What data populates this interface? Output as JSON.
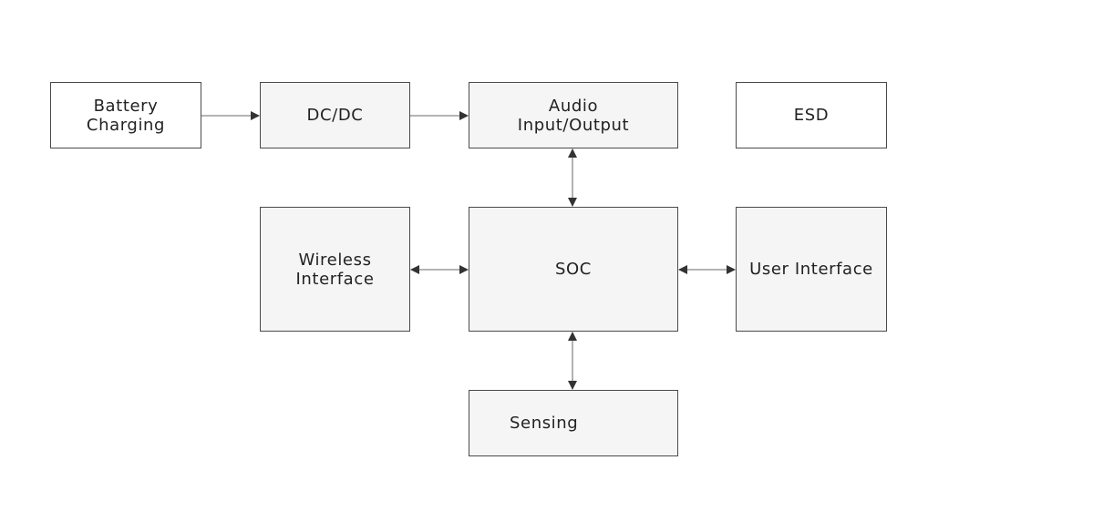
{
  "diagram": {
    "blocks": [
      {
        "id": "battery",
        "label": "Battery\nCharging",
        "fill": "#ffffff"
      },
      {
        "id": "dcdc",
        "label": "DC/DC",
        "fill": "#f5f5f5"
      },
      {
        "id": "audio",
        "label": "Audio\nInput/Output",
        "fill": "#f5f5f5"
      },
      {
        "id": "esd",
        "label": "ESD",
        "fill": "#ffffff"
      },
      {
        "id": "wireless",
        "label": "Wireless\nInterface",
        "fill": "#f5f5f5"
      },
      {
        "id": "soc",
        "label": "SOC",
        "fill": "#f5f5f5"
      },
      {
        "id": "user",
        "label": "User Interface",
        "fill": "#f5f5f5"
      },
      {
        "id": "sensing",
        "label": "Sensing",
        "fill": "#f5f5f5"
      }
    ],
    "connections": [
      {
        "from": "battery",
        "to": "dcdc",
        "direction": "forward"
      },
      {
        "from": "dcdc",
        "to": "audio",
        "direction": "forward"
      },
      {
        "from": "audio",
        "to": "soc",
        "direction": "bidirectional"
      },
      {
        "from": "wireless",
        "to": "soc",
        "direction": "bidirectional"
      },
      {
        "from": "soc",
        "to": "user",
        "direction": "bidirectional"
      },
      {
        "from": "soc",
        "to": "sensing",
        "direction": "bidirectional"
      }
    ],
    "colors": {
      "line": "#888888",
      "arrow": "#333333",
      "border": "#4a4a4a"
    }
  }
}
